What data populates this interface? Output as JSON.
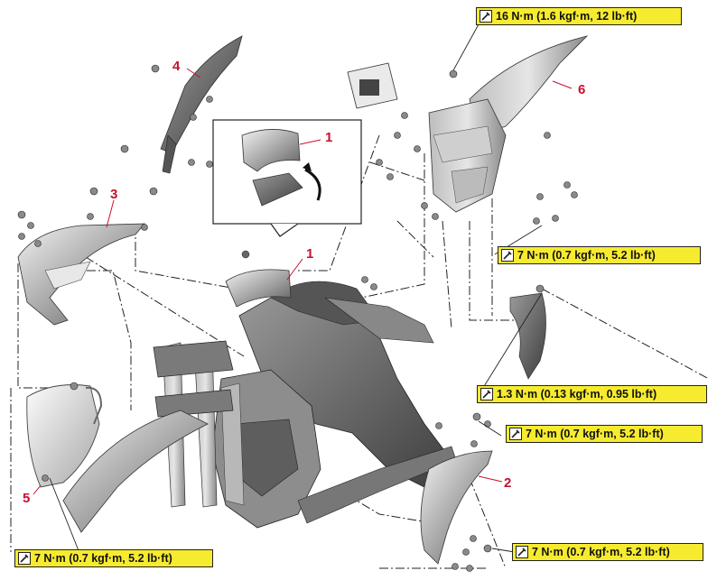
{
  "torque_specs": {
    "t1": "16 N·m (1.6 kgf·m, 12 lb·ft)",
    "t2": "7 N·m (0.7 kgf·m, 5.2 lb·ft)",
    "t3": "1.3 N·m (0.13 kgf·m, 0.95 lb·ft)",
    "t4": "7 N·m (0.7 kgf·m, 5.2 lb·ft)",
    "t5": "7 N·m (0.7 kgf·m, 5.2 lb·ft)",
    "t6": "7 N·m (0.7 kgf·m, 5.2 lb·ft)"
  },
  "callouts": {
    "c1_inset": "1",
    "c1_main": "1",
    "c2": "2",
    "c3": "3",
    "c4": "4",
    "c5": "5",
    "c6": "6"
  },
  "colors": {
    "torque_box": "#f6eb2f",
    "callout": "#c8102e",
    "part_light": "#d9d9d9",
    "part_dark": "#6e6e6e"
  }
}
